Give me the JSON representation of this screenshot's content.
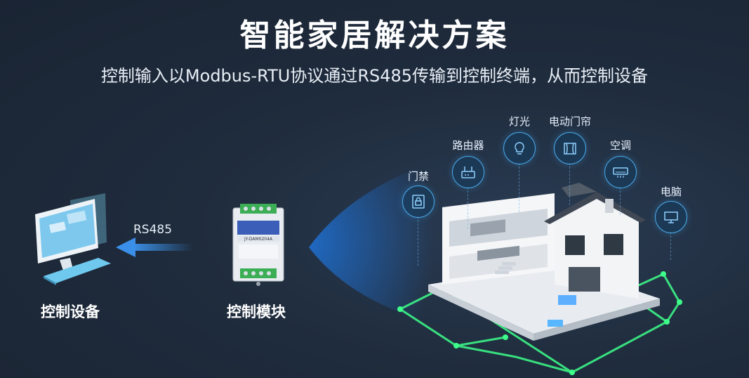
{
  "header": {
    "title": "智能家居解决方案",
    "subtitle": "控制输入以Modbus-RTU协议通过RS485传输到控制终端，从而控制设备"
  },
  "left": {
    "computer_caption": "控制设备",
    "link_label": "RS485",
    "module_caption": "控制模块",
    "module_model": "JY-DAM0204A"
  },
  "devices": [
    {
      "label": "门禁",
      "icon": "lock-icon"
    },
    {
      "label": "路由器",
      "icon": "router-icon"
    },
    {
      "label": "灯光",
      "icon": "bulb-icon"
    },
    {
      "label": "电动门帘",
      "icon": "curtain-icon"
    },
    {
      "label": "空调",
      "icon": "air-conditioner-icon"
    },
    {
      "label": "电脑",
      "icon": "monitor-icon"
    }
  ],
  "colors": {
    "background": "#1f2c3d",
    "accent_blue": "#4aa8e8",
    "network_green": "#3dff8a"
  }
}
